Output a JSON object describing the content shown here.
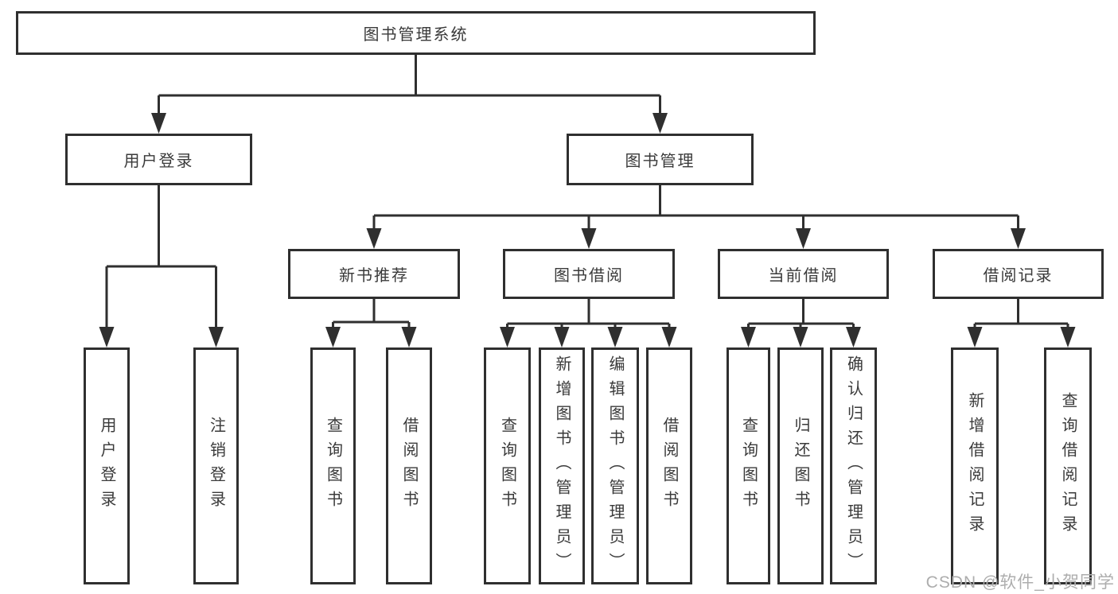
{
  "diagram": {
    "title": "图书管理系统",
    "colors": {
      "line": "#2f2f2f",
      "box_border": "#2f2f2f",
      "text": "#3a3a3a",
      "background": "#ffffff",
      "watermark": "#adadad"
    },
    "nodes": {
      "root": {
        "label": "图书管理系统"
      },
      "level2": [
        {
          "label": "用户登录"
        },
        {
          "label": "图书管理"
        }
      ],
      "level3": [
        {
          "label": "新书推荐"
        },
        {
          "label": "图书借阅"
        },
        {
          "label": "当前借阅"
        },
        {
          "label": "借阅记录"
        }
      ],
      "leaves": [
        {
          "label": "用户登录"
        },
        {
          "label": "注销登录"
        },
        {
          "label": "查询图书"
        },
        {
          "label": "借阅图书"
        },
        {
          "label": "查询图书"
        },
        {
          "label": "新增图书（管理员）"
        },
        {
          "label": "编辑图书（管理员）"
        },
        {
          "label": "借阅图书"
        },
        {
          "label": "查询图书"
        },
        {
          "label": "归还图书"
        },
        {
          "label": "确认归还（管理员）"
        },
        {
          "label": "新增借阅记录"
        },
        {
          "label": "查询借阅记录"
        }
      ]
    },
    "watermark": {
      "text": "CSDN @软件_小贺同学"
    }
  }
}
